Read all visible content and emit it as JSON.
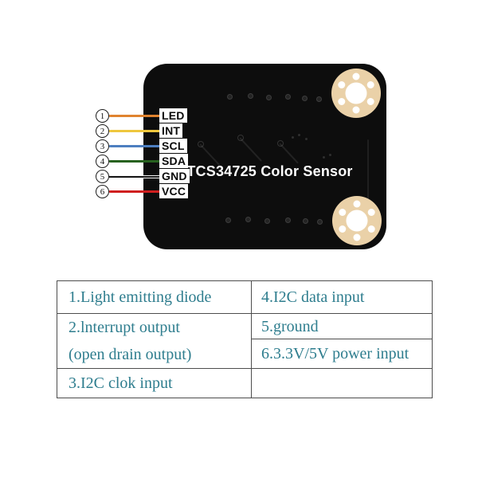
{
  "colors": {
    "board-bg": "#0d0d0d",
    "board-title": "#ffffff",
    "hole": "#ead1a8",
    "table-text": "#2e7d8e",
    "table-border": "#4d4d4d"
  },
  "board": {
    "title": "TCS34725 Color Sensor",
    "pins": [
      {
        "num": "1",
        "label": "LED",
        "wire_color": "#e0832f"
      },
      {
        "num": "2",
        "label": "INT",
        "wire_color": "#eec73e"
      },
      {
        "num": "3",
        "label": "SCL",
        "wire_color": "#4d7fc0"
      },
      {
        "num": "4",
        "label": "SDA",
        "wire_color": "#27611f"
      },
      {
        "num": "5",
        "label": "GND",
        "wire_color": "#161616"
      },
      {
        "num": "6",
        "label": "VCC",
        "wire_color": "#cf1f1f"
      }
    ]
  },
  "table": {
    "cells_left": [
      {
        "lines": [
          "1.Light emitting diode"
        ]
      },
      {
        "lines": [
          "2.lnterrupt output",
          "(open drain output)"
        ]
      },
      {
        "lines": [
          "3.I2C clok input"
        ]
      }
    ],
    "cells_right": [
      {
        "lines": [
          "4.I2C data input"
        ]
      },
      {
        "lines": [
          "5.ground"
        ]
      },
      {
        "lines": [
          "6.3.3V/5V power input"
        ]
      },
      {
        "lines": []
      }
    ]
  }
}
